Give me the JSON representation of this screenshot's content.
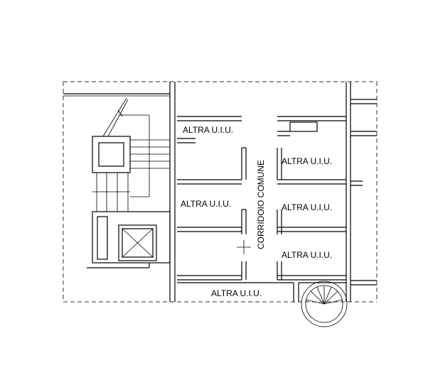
{
  "labels": {
    "corridor": "CORRIDOIO COMUNE",
    "unit_top_left": "ALTRA U.I.U.",
    "unit_top_right": "ALTRA U.I.U.",
    "unit_mid_left": "ALTRA U.I.U.",
    "unit_mid_right": "ALTRA U.I.U.",
    "unit_low_right": "ALTRA U.I.U.",
    "unit_bottom": "ALTRA U.I.U."
  },
  "colors": {
    "line": "#000000",
    "background": "#ffffff"
  }
}
